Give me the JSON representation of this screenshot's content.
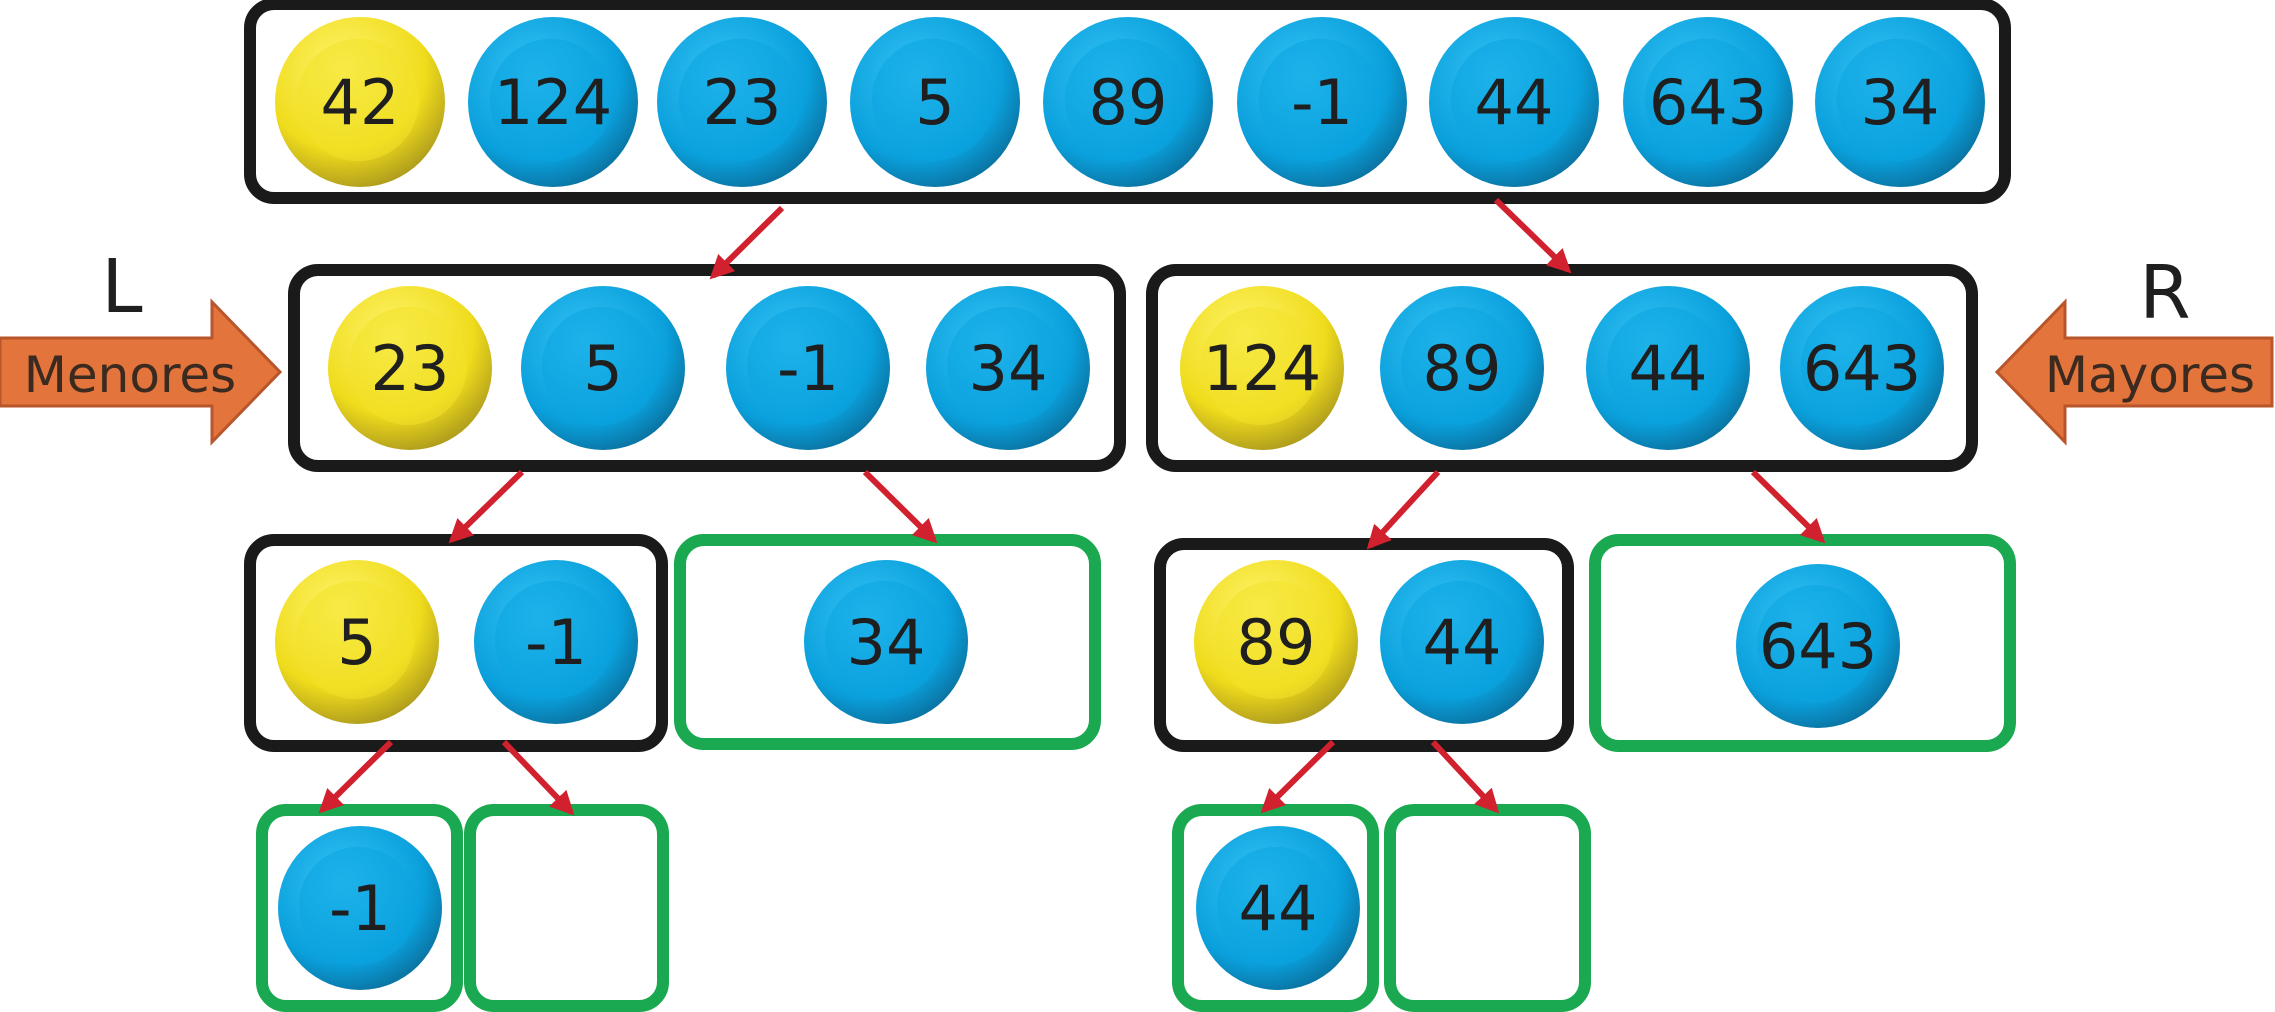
{
  "colors": {
    "pivot": "#f2e31a",
    "pivot_dark": "#b8a41c",
    "ball": "#0aa8e6",
    "ball_dark": "#0a78a8",
    "box_border": "#1a1a1a",
    "leaf_border": "#1aa850",
    "arrow": "#d1212e",
    "side_arrow": "#e3743c"
  },
  "side_labels": {
    "left": {
      "letter": "L",
      "word": "Menores"
    },
    "right": {
      "letter": "R",
      "word": "Mayores"
    }
  },
  "levels": [
    {
      "boxes": [
        {
          "kind": "array",
          "values": [
            "42",
            "124",
            "23",
            "5",
            "89",
            "-1",
            "44",
            "643",
            "34"
          ],
          "pivot_index": 0
        }
      ]
    },
    {
      "boxes": [
        {
          "kind": "array",
          "values": [
            "23",
            "5",
            "-1",
            "34"
          ],
          "pivot_index": 0
        },
        {
          "kind": "array",
          "values": [
            "124",
            "89",
            "44",
            "643"
          ],
          "pivot_index": 0
        }
      ]
    },
    {
      "boxes": [
        {
          "kind": "array",
          "values": [
            "5",
            "-1"
          ],
          "pivot_index": 0
        },
        {
          "kind": "leaf",
          "values": [
            "34"
          ]
        },
        {
          "kind": "array",
          "values": [
            "89",
            "44"
          ],
          "pivot_index": 0
        },
        {
          "kind": "leaf",
          "values": [
            "643"
          ]
        }
      ]
    },
    {
      "boxes": [
        {
          "kind": "leaf",
          "values": [
            "-1"
          ]
        },
        {
          "kind": "leaf",
          "values": []
        },
        {
          "kind": "leaf",
          "values": [
            "44"
          ]
        },
        {
          "kind": "leaf",
          "values": []
        }
      ]
    }
  ]
}
